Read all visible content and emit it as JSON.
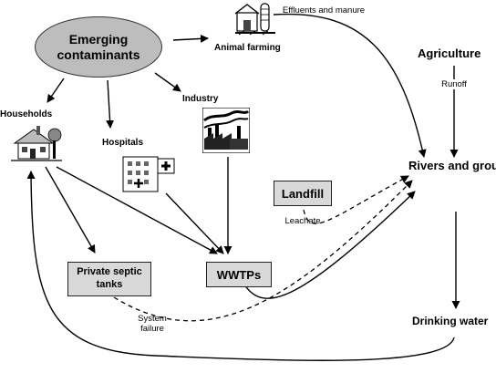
{
  "nodes": {
    "emerging": "Emerging contaminants",
    "animal_farming": "Animal farming",
    "agriculture": "Agriculture",
    "households": "Households",
    "hospitals": "Hospitals",
    "industry": "Industry",
    "landfill": "Landfill",
    "rivers": "Rivers and groundwater",
    "private_septic": "Private septic tanks",
    "wwtps": "WWTPs",
    "drinking": "Drinking water"
  },
  "edge_labels": {
    "effluents": "Effluents and manure",
    "runoff": "Runoff",
    "leachate": "Leachate",
    "system_failure": "System failure"
  },
  "icons": {
    "animal_farming": "farm-icon",
    "households": "house-icon",
    "hospitals": "hospital-icon",
    "industry": "factory-icon"
  }
}
